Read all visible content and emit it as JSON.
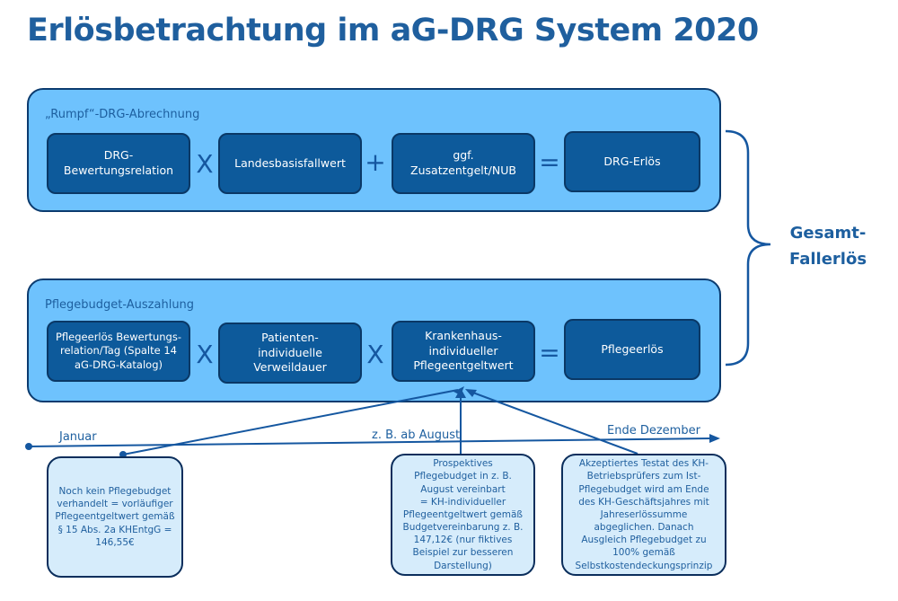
{
  "title": "Erlösbetrachtung im aG-DRG System 2020",
  "drg_panel": {
    "label": "„Rumpf“-DRG-Abrechnung",
    "boxes": [
      "DRG-\nBewertungsrelation",
      "Landesbasisfallwert",
      "ggf.\nZusatzentgelt/NUB",
      "DRG-Erlös"
    ],
    "ops": [
      "X",
      "+",
      "="
    ]
  },
  "pflege_panel": {
    "label": "Pflegebudget-Auszahlung",
    "boxes": [
      "Pflegeerlös Bewertungs-\nrelation/Tag (Spalte 14\naG-DRG-Katalog)",
      "Patienten-\nindividuelle\nVerweildauer",
      "Krankenhaus-\nindividueller\nPflegeentgeltwert",
      "Pflegeerlös"
    ],
    "ops": [
      "X",
      "X",
      "="
    ]
  },
  "total": "Gesamt-\nFallerlös",
  "timeline": {
    "start": "Januar",
    "mid": "z. B. ab August",
    "end": "Ende Dezember"
  },
  "notes": [
    "Noch kein Pflegebudget\nverhandelt = vorläufiger\nPflegeentgeltwert gemäß\n§ 15 Abs. 2a KHEntgG =\n146,55€",
    "Prospektives\nPflegebudget in z. B.\nAugust vereinbart\n= KH-individueller\nPflegeentgeltwert gemäß\nBudgetvereinbarung z. B.\n147,12€ (nur fiktives\nBeispiel zur besseren\nDarstellung)",
    "Akzeptiertes Testat des KH-\nBetriebsprüfers zum Ist-\nPflegebudget wird am Ende\ndes KH-Geschäftsjahres mit\nJahreserlössumme\nabgeglichen. Danach\nAusgleich Pflegebudget zu\n100% gemäß\nSelbstkostendeckungsprinzip"
  ],
  "colors": {
    "panel": "#6ec2fd",
    "box": "#0d5a9b",
    "note": "#d6ecfb",
    "text": "#1f5f9e"
  }
}
